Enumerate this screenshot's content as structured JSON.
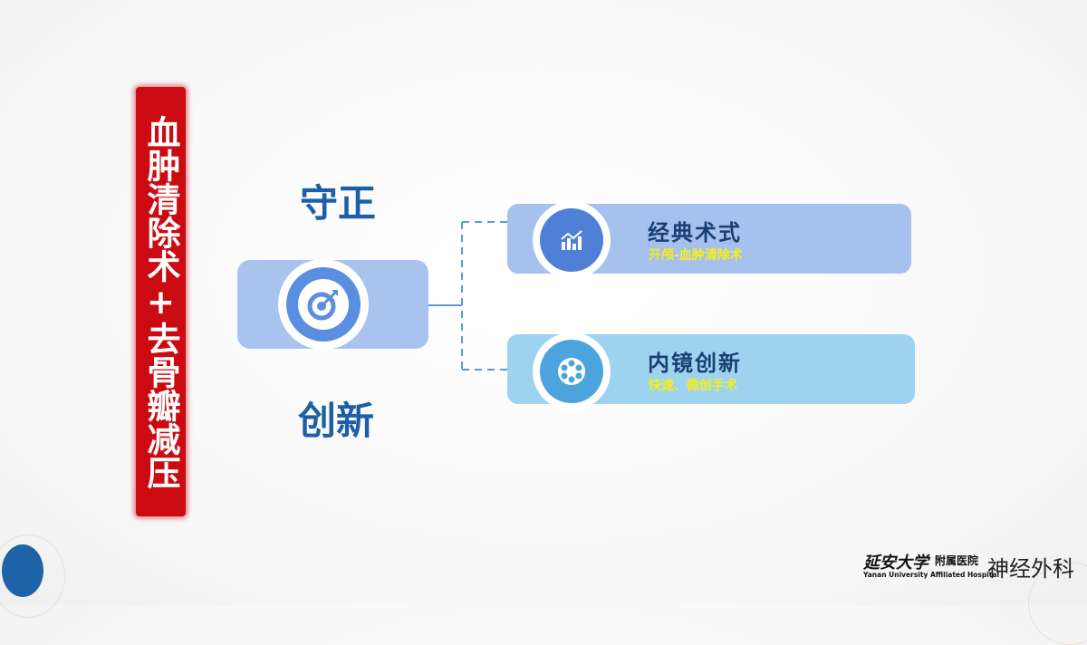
{
  "banner": {
    "text": "血肿清除术+去骨瓣减压"
  },
  "labels": {
    "top": "守正",
    "bottom": "创新"
  },
  "center": {
    "icon": "target-arrow-icon"
  },
  "cards": [
    {
      "title": "经典术式",
      "subtitle": "开颅-血肿清除术",
      "icon": "chart-trend-icon",
      "color": "#a7c1ee",
      "icon_color": "#4f80d6"
    },
    {
      "title": "内镜创新",
      "subtitle": "快速、微创手术",
      "icon": "film-reel-icon",
      "color": "#9ed3ef",
      "icon_color": "#4ba4dc"
    }
  ],
  "footer": {
    "university_cn": "延安大学",
    "hospital_cn": "附属医院",
    "hospital_en": "Yanan University Affiliated Hospital",
    "department": "神经外科"
  },
  "colors": {
    "accent_blue": "#1d5fa6",
    "banner_red": "#cc0a12",
    "subtitle_yellow": "#f4ef1c"
  }
}
